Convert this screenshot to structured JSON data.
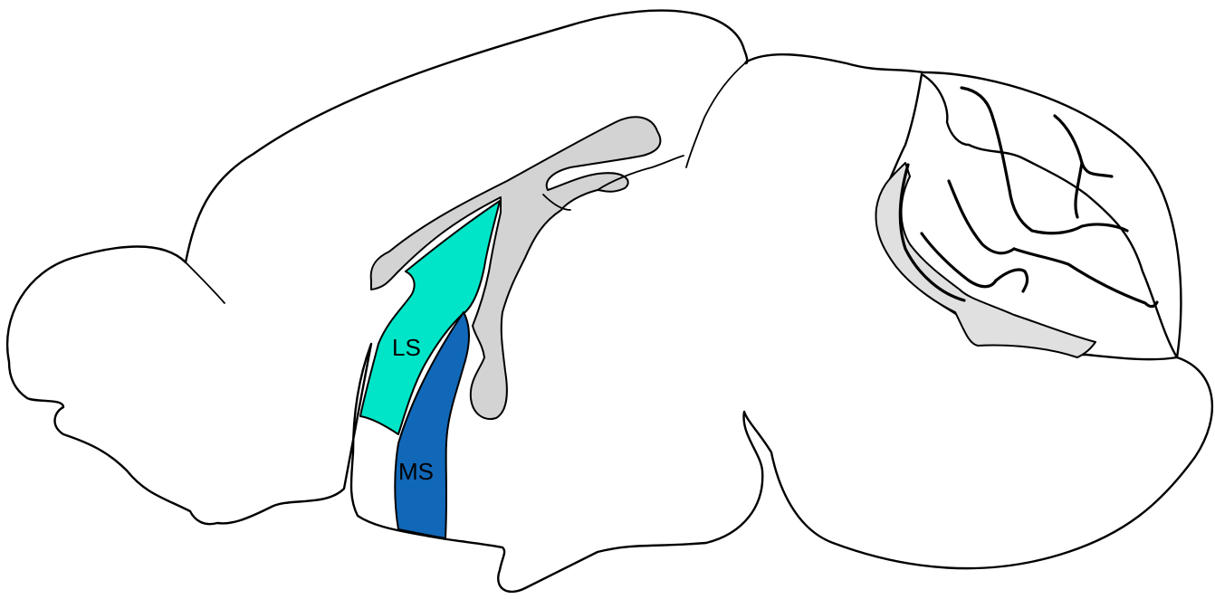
{
  "diagram": {
    "regions": [
      {
        "id": "lateral-septum",
        "label": "LS",
        "color": "#00E5C8"
      },
      {
        "id": "medial-septum",
        "label": "MS",
        "color": "#1168B8"
      }
    ],
    "colors": {
      "brain_fill": "#FFFFFF",
      "outline": "#000000",
      "ventricle_fill": "#D3D3D3",
      "cerebellum_ventricle_fill": "#E0E0E0"
    }
  }
}
